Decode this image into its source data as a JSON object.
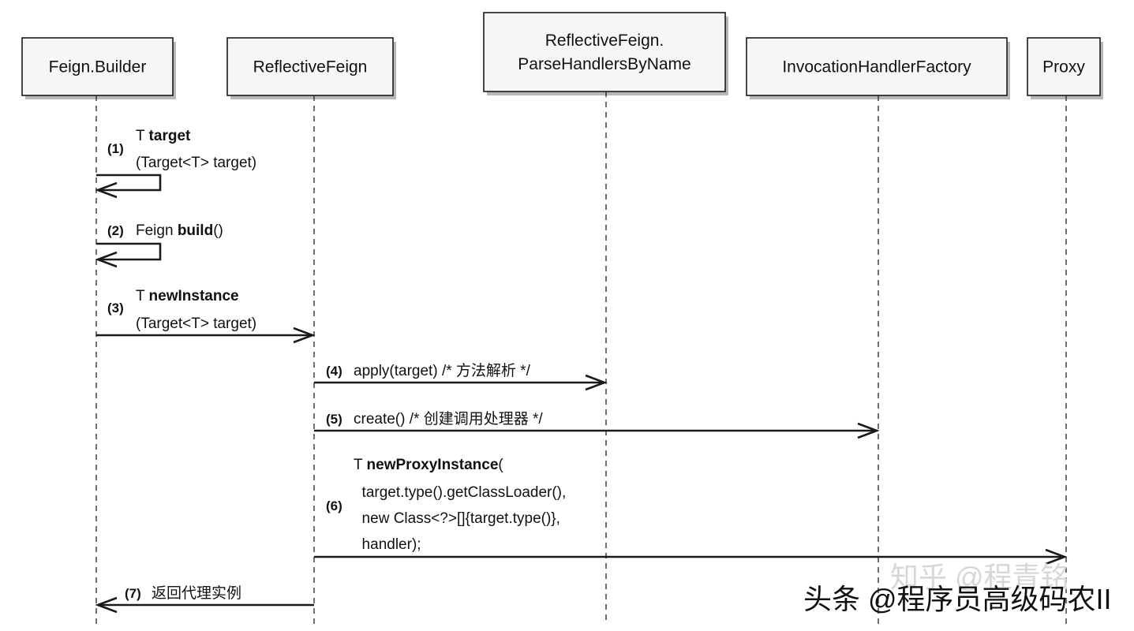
{
  "participants": [
    {
      "id": "builder",
      "lines": [
        "Feign.Builder"
      ]
    },
    {
      "id": "reflective",
      "lines": [
        "ReflectiveFeign"
      ]
    },
    {
      "id": "parse",
      "lines": [
        "ReflectiveFeign.",
        "ParseHandlersByName"
      ]
    },
    {
      "id": "factory",
      "lines": [
        "InvocationHandlerFactory"
      ]
    },
    {
      "id": "proxy",
      "lines": [
        "Proxy"
      ]
    }
  ],
  "messages": [
    {
      "num": "(1)",
      "from": "builder",
      "to": "builder",
      "self": true,
      "lines": [
        [
          {
            "t": "T "
          },
          {
            "t": "target",
            "b": true
          }
        ],
        [
          {
            "t": "(Target<T> target)"
          }
        ]
      ]
    },
    {
      "num": "(2)",
      "from": "builder",
      "to": "builder",
      "self": true,
      "lines": [
        [
          {
            "t": "Feign "
          },
          {
            "t": "build",
            "b": true
          },
          {
            "t": "()"
          }
        ]
      ]
    },
    {
      "num": "(3)",
      "from": "builder",
      "to": "reflective",
      "lines": [
        [
          {
            "t": "T "
          },
          {
            "t": "newInstance",
            "b": true
          }
        ],
        [
          {
            "t": "(Target<T> target)"
          }
        ]
      ]
    },
    {
      "num": "(4)",
      "from": "reflective",
      "to": "parse",
      "lines": [
        [
          {
            "t": "apply(target) /* 方法解析 */"
          }
        ]
      ]
    },
    {
      "num": "(5)",
      "from": "reflective",
      "to": "factory",
      "lines": [
        [
          {
            "t": "create() /* 创建调用处理器 */"
          }
        ]
      ]
    },
    {
      "num": "(6)",
      "from": "reflective",
      "to": "proxy",
      "lines": [
        [
          {
            "t": "T "
          },
          {
            "t": "newProxyInstance",
            "b": true
          },
          {
            "t": "("
          }
        ],
        [
          {
            "t": "  target.type().getClassLoader(),"
          }
        ],
        [
          {
            "t": "  new Class<?>[]{target.type()},"
          }
        ],
        [
          {
            "t": "  handler);"
          }
        ]
      ]
    },
    {
      "num": "(7)",
      "from": "reflective",
      "to": "builder",
      "lines": [
        [
          {
            "t": "返回代理实例"
          }
        ]
      ]
    }
  ],
  "watermark": {
    "faint": "知乎 @程青铭",
    "main": "头条 @程序员高级码农II"
  }
}
